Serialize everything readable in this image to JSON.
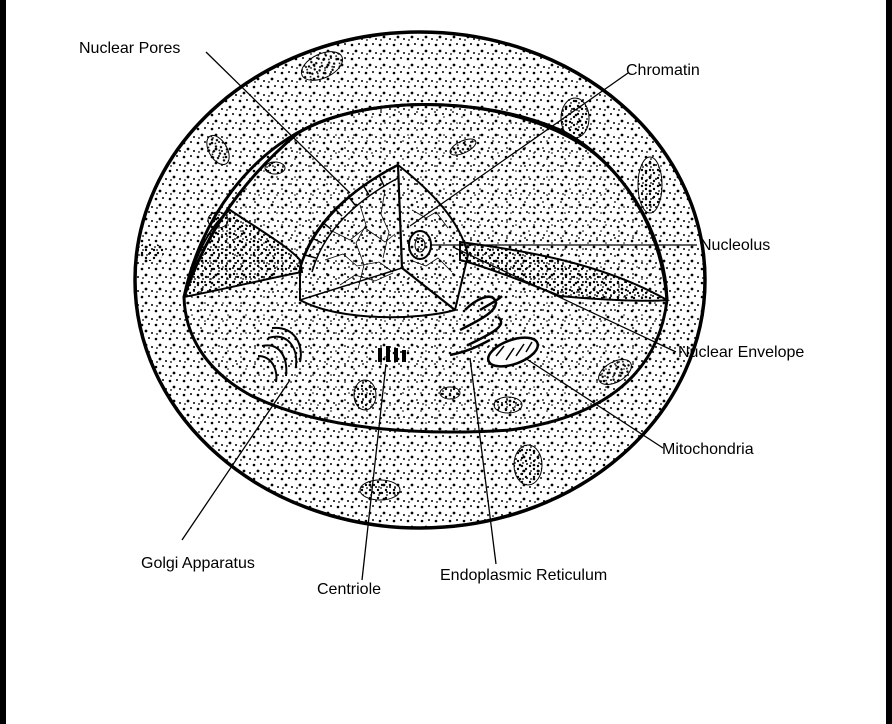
{
  "labels": {
    "nuclear_pores": "Nuclear Pores",
    "chromatin": "Chromatin",
    "nucleolus": "Nucleolus",
    "nuclear_envelope": "Nuclear Envelope",
    "mitochondria": "Mitochondria",
    "golgi_apparatus": "Golgi Apparatus",
    "centriole": "Centriole",
    "endoplasmic_reticulum": "Endoplasmic Reticulum"
  },
  "colors": {
    "ink": "#000000",
    "paper": "#ffffff"
  }
}
